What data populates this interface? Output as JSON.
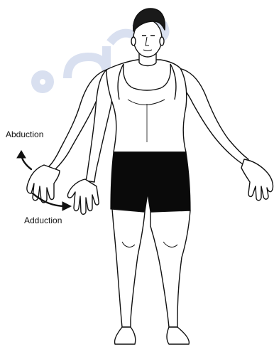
{
  "labels": {
    "abduction": "Abduction",
    "adduction": "Adduction"
  },
  "colors": {
    "line": "#111111",
    "shorts": "#0a0a0a",
    "hair": "#1a1a1a",
    "watermark": "#c9d3ea"
  },
  "icons": {
    "abduction_arrow": "curved-arrow-up-left",
    "adduction_arrow": "curved-arrow-down-right"
  }
}
